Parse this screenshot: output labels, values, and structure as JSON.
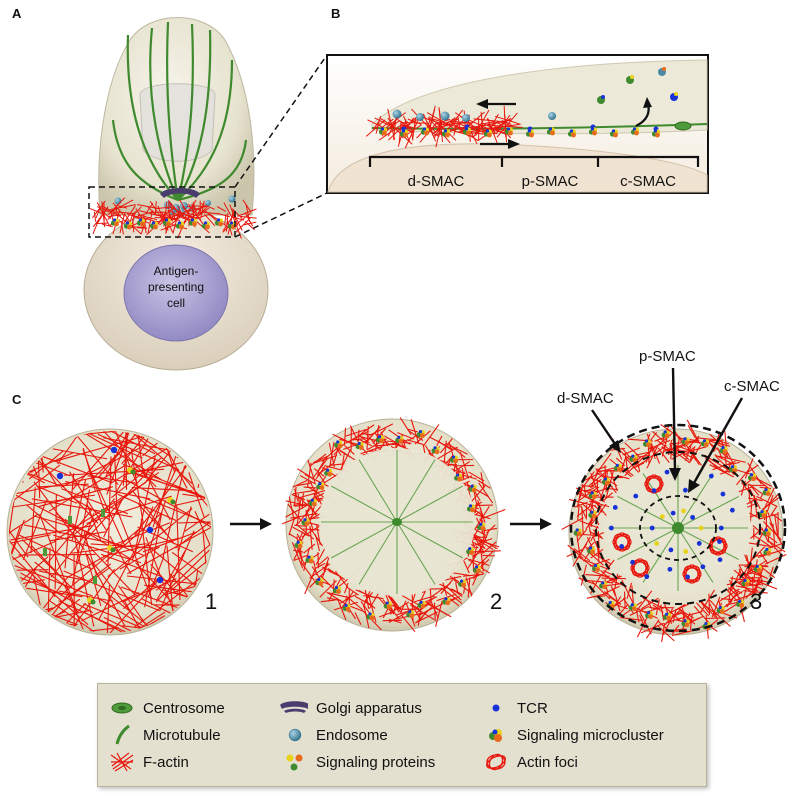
{
  "panels": {
    "a": {
      "letter": "A",
      "apc_label_line1": "Antigen-",
      "apc_label_line2": "presenting",
      "apc_label_line3": "cell"
    },
    "b": {
      "letter": "B",
      "regions": [
        "d-SMAC",
        "p-SMAC",
        "c-SMAC"
      ]
    },
    "c": {
      "letter": "C",
      "stage_numbers": [
        "1",
        "2",
        "3"
      ],
      "callouts": [
        "d-SMAC",
        "p-SMAC",
        "c-SMAC"
      ]
    }
  },
  "legend": {
    "items": [
      {
        "label": "Centrosome",
        "icon": "centrosome-icon"
      },
      {
        "label": "Golgi apparatus",
        "icon": "golgi-icon"
      },
      {
        "label": "TCR",
        "icon": "tcr-icon"
      },
      {
        "label": "Microtubule",
        "icon": "microtubule-icon"
      },
      {
        "label": "Endosome",
        "icon": "endosome-icon"
      },
      {
        "label": "Signaling microcluster",
        "icon": "microcluster-icon"
      },
      {
        "label": "F-actin",
        "icon": "f-actin-icon"
      },
      {
        "label": "Signaling proteins",
        "icon": "signaling-proteins-icon"
      },
      {
        "label": "Actin foci",
        "icon": "actin-foci-icon"
      }
    ]
  },
  "colors": {
    "actin": "#e8160c",
    "microtubule": "#3f8a2e",
    "tcr": "#1733d6",
    "endosome": "#4a8aa6",
    "golgi": "#4a3d6e",
    "cell": "#ece9d8",
    "legend_bg": "#e4e0cf"
  }
}
